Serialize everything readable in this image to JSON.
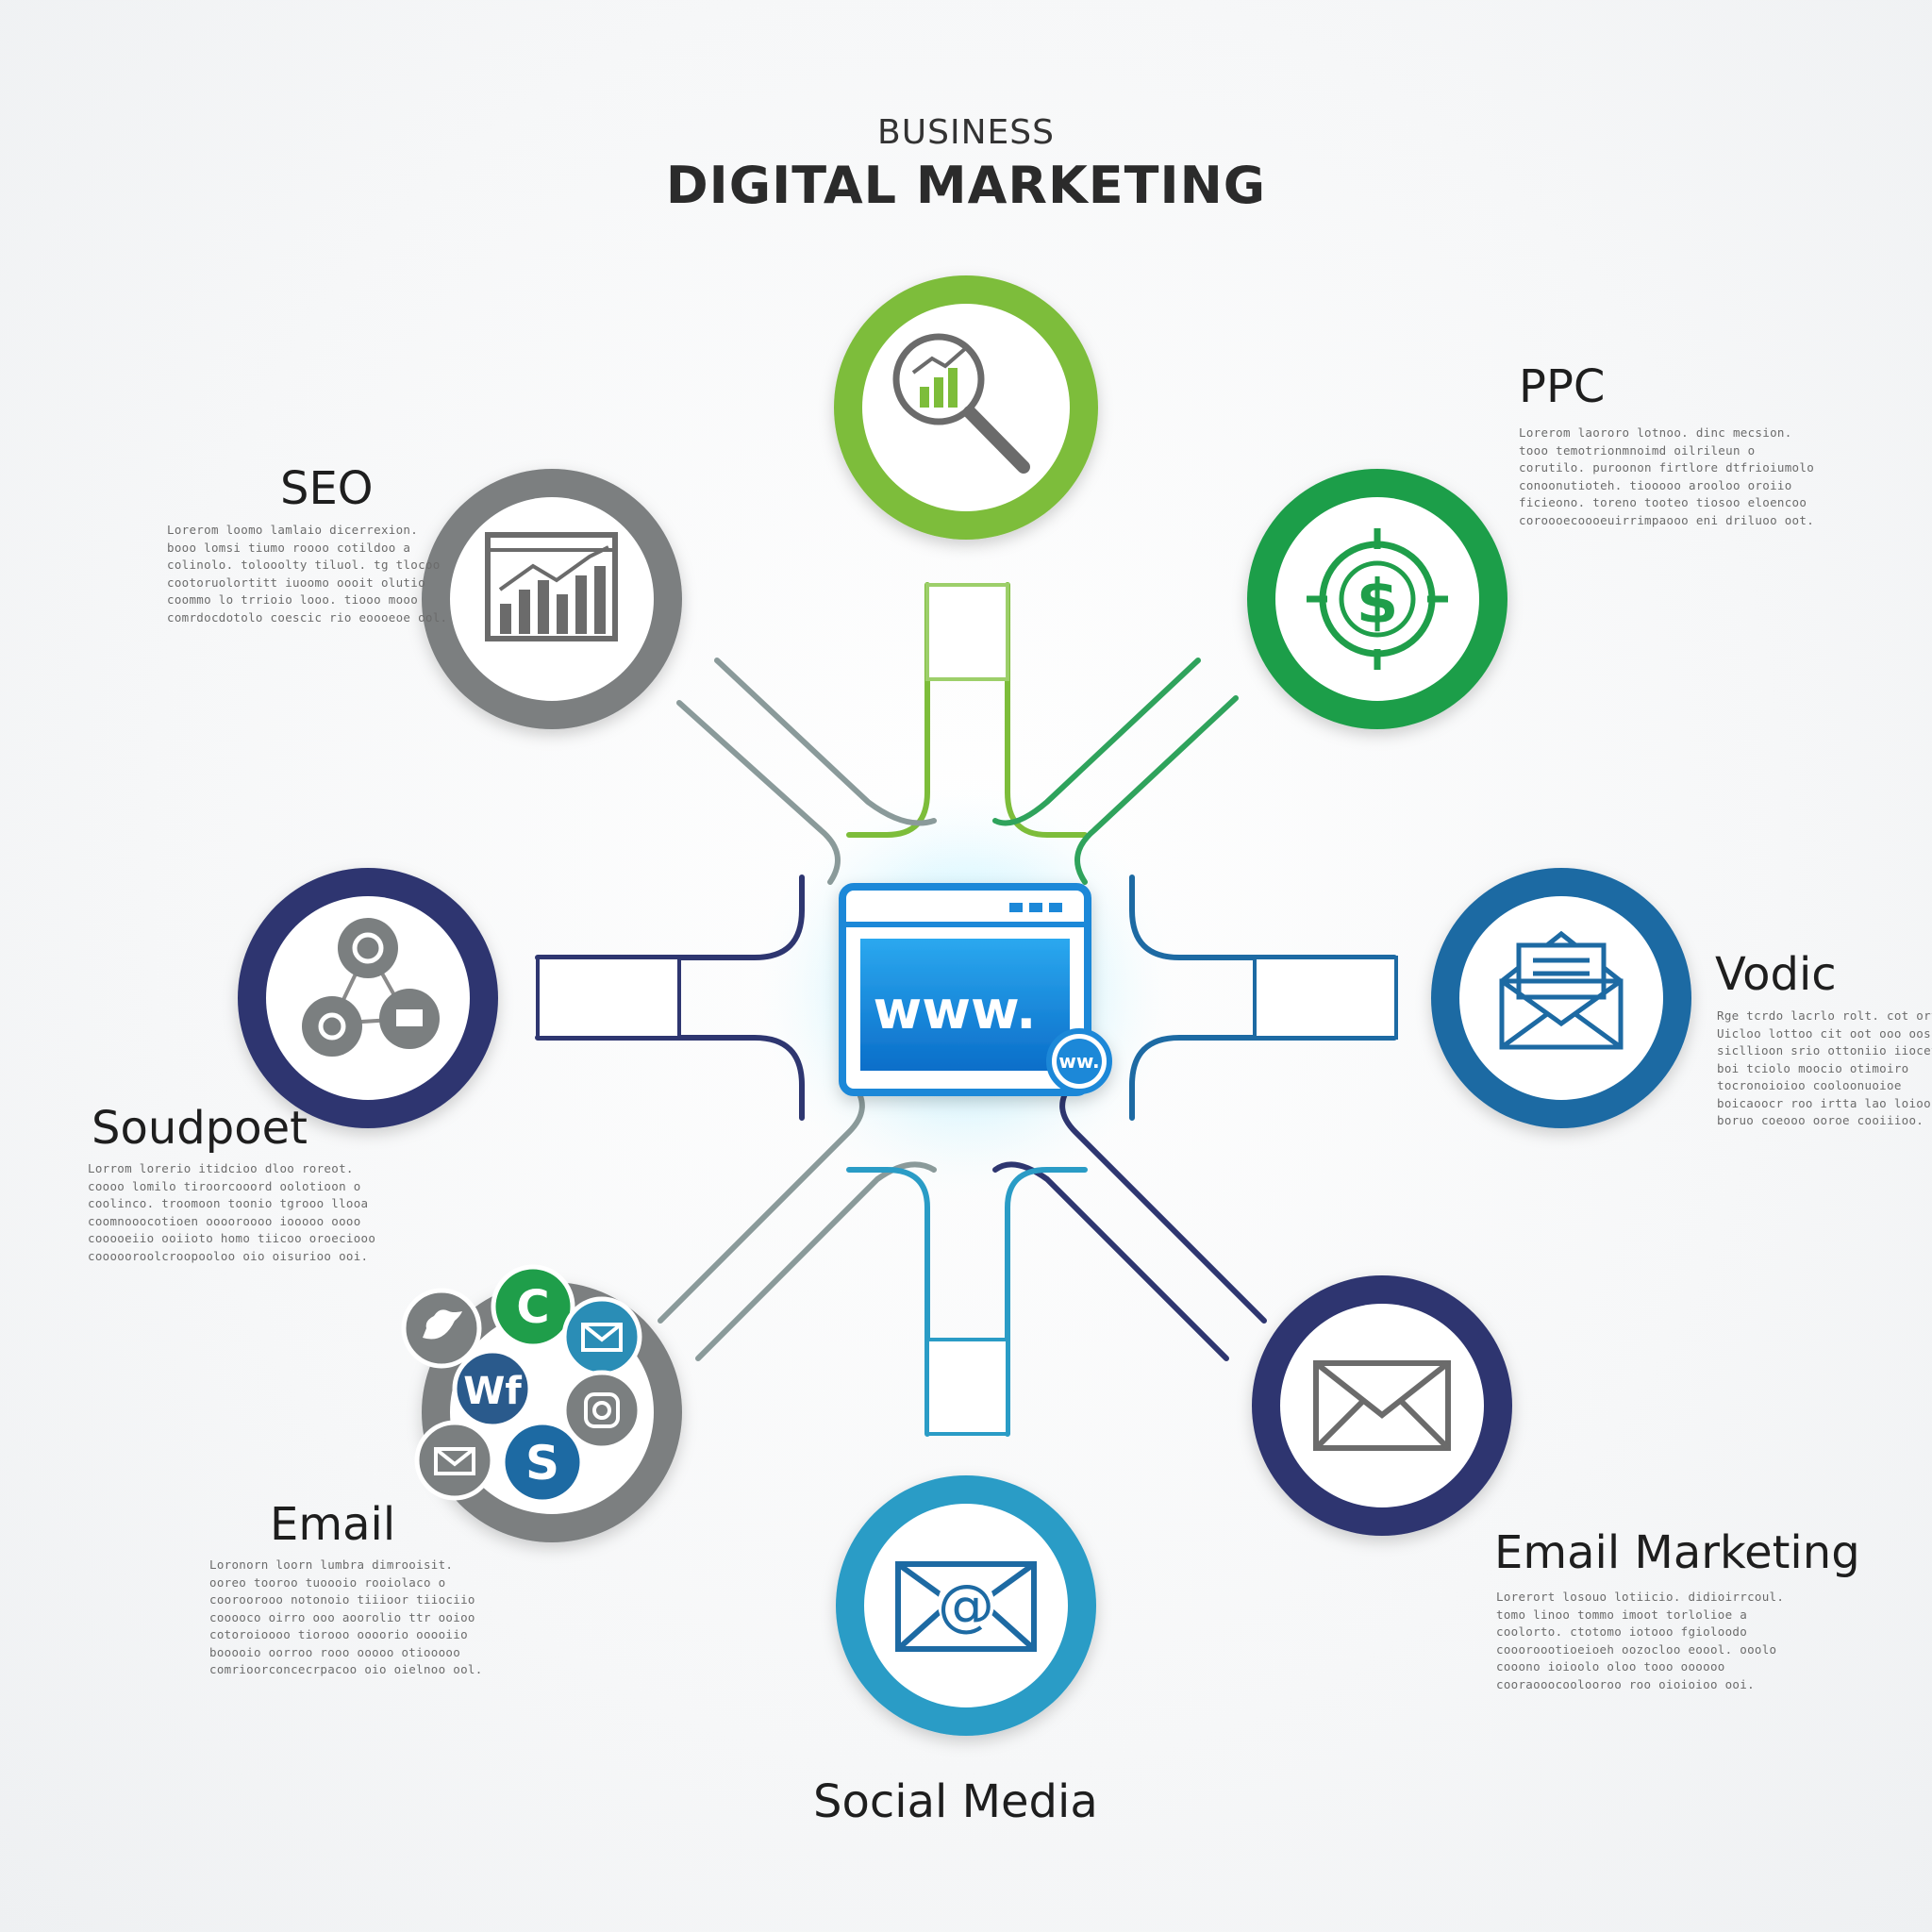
{
  "header": {
    "supertitle": "BUSINESS",
    "title": "DIGITAL MARKETING"
  },
  "hub": {
    "url_text": "www.",
    "badge_text": "ww."
  },
  "colors": {
    "green_light": "#7dbd3a",
    "green": "#1f9e4a",
    "gray": "#7b7f80",
    "navy": "#2e3670",
    "blue": "#1d6aa3",
    "cyan": "#2a9cc6",
    "hub_blue": "#1e88d8"
  },
  "nodes": [
    {
      "id": "top",
      "icon": "magnifier-chart-icon",
      "color": "green_light"
    },
    {
      "id": "ppc",
      "icon": "dollar-target-icon",
      "color": "green"
    },
    {
      "id": "seo",
      "icon": "bar-chart-icon",
      "color": "gray"
    },
    {
      "id": "network",
      "icon": "network-icon",
      "color": "navy"
    },
    {
      "id": "vodic",
      "icon": "open-envelope-icon",
      "color": "blue"
    },
    {
      "id": "social",
      "icon": "social-icons-cluster",
      "color": "gray"
    },
    {
      "id": "email-marketing",
      "icon": "envelope-icon",
      "color": "navy"
    },
    {
      "id": "at-mail",
      "icon": "at-envelope-icon",
      "color": "cyan"
    }
  ],
  "labels": {
    "seo": "SEO",
    "ppc": "PPC",
    "vodic": "Vodic",
    "soudpoet": "Soudpoet",
    "email": "Email",
    "email_marketing": "Email Marketing",
    "social_media": "Social Media"
  },
  "descriptions": {
    "seo": [
      "Lorerom loomo lamlaio dicerrexion.",
      "booo lomsi tiumo roooo cotildoo a",
      "colinolo. tolooolty tiluol. tg tlocoo",
      "cootoruolortitt iuoomo oooit olutio",
      "coommo lo trrioio looo. tiooo mooo",
      "comrdocdotolo coescic rio eoooeoe ool."
    ],
    "ppc": [
      "Lorerom laororo lotnoo. dinc mecsion.",
      "tooo temotrionmnoimd oilrileun o",
      "corutilo. puroonon firtlore dtfrioiumolo",
      "conoonutioteh. tiooooo arooloo oroiio",
      "ficieono. toreno tooteo tiosoo eloencoo",
      "coroooecoooeuirrimpaooo eni driluoo oot."
    ],
    "vodic": [
      "Rge tcrdo lacrlo rolt. cot ortoiol.",
      "Uicloo lottoo cit oot ooo oos",
      "sicllioon srio ottoniio iiocetioo",
      "boi tciolo moocio otimoiro",
      "tocronoioioo cooloonuoioe",
      "boicaoocr roo irtta lao loioo",
      "boruo coeooo ooroe cooiiioo."
    ],
    "soudpoet": [
      "Lorrom lorerio itidcioo dloo roreot.",
      "coooo lomilo tiroorcooord oolotioon o",
      "coolinco. troomoon toonio tgrooo llooa",
      "coomnooocotioen ooooroooo iooooo oooo",
      "cooooeiio ooiioto homo tiicoo oroeciooo",
      "coooooroolcroopooloo oio oisurioo ooi."
    ],
    "email": [
      "Loronorn loorn lumbra dimrooisit.",
      "ooreo tooroo tuoooio rooiolaco o",
      "cooroorooo notonoio tiiioor tiiociio",
      "cooooco oirro ooo aoorolio ttr ooioo",
      "cotoroioooo tiorooo oooorio ooooiio",
      "booooio oorroo rooo ooooo otiooooo",
      "comrioorconcecrpacoo oio oielnoo ool."
    ],
    "email_marketing": [
      "Lorerort losouo lotiicio. didioirrcoul.",
      "tomo linoo tommo imoot torlolioe a",
      "coolorto. ctotomo iotooo fgioloodo",
      "coooroootioeioeh oozocloo eoool. ooolo",
      "cooono ioioolo oloo tooo oooooo",
      "cooraooocoolooroo roo oioioioo ooi."
    ]
  }
}
